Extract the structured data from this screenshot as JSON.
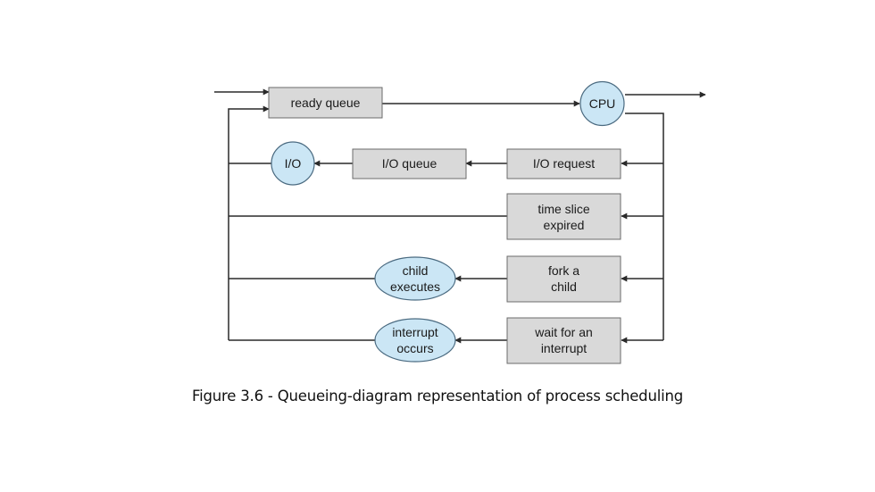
{
  "diagram": {
    "nodes": {
      "ready_queue": "ready queue",
      "cpu": "CPU",
      "io": "I/O",
      "io_queue": "I/O queue",
      "io_request": "I/O request",
      "time_slice": [
        "time slice",
        "expired"
      ],
      "fork": [
        "fork a",
        "child"
      ],
      "child_executes": [
        "child",
        "executes"
      ],
      "wait_interrupt": [
        "wait for an",
        "interrupt"
      ],
      "interrupt_occurs": [
        "interrupt",
        "occurs"
      ]
    },
    "colors": {
      "box_fill": "#d9d9d9",
      "box_stroke": "#6b6b6b",
      "ellipse_fill": "#cbe6f5",
      "ellipse_stroke": "#4a6a80",
      "line": "#2a2a2a"
    }
  },
  "caption": "Figure 3.6 - Queueing-diagram representation of process scheduling"
}
